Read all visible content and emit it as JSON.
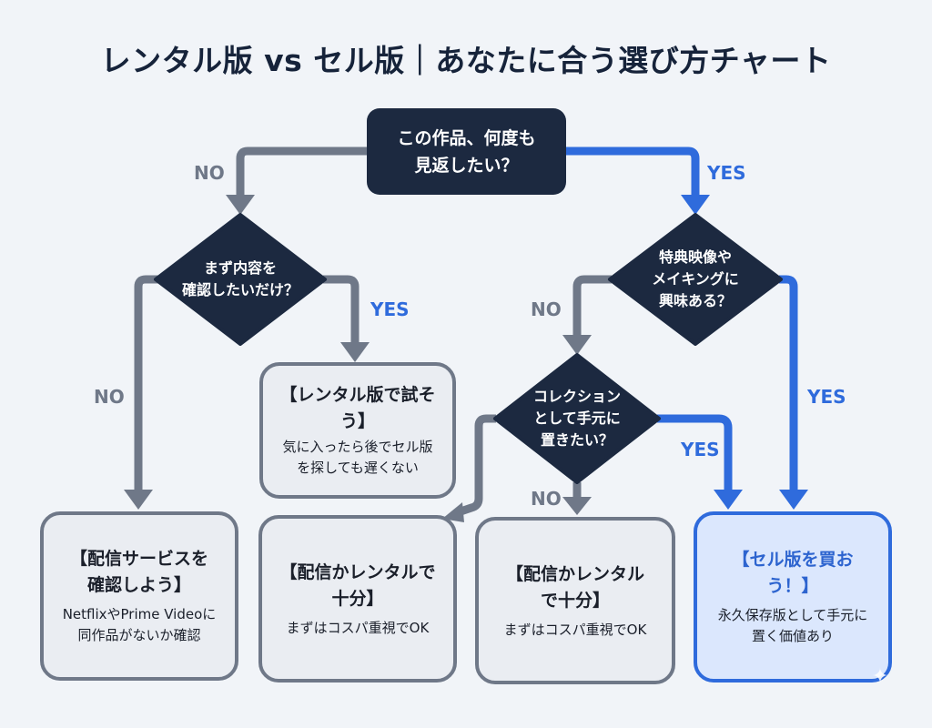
{
  "title": "レンタル版 vs セル版｜あなたに合う選び方チャート",
  "colors": {
    "background": "#f1f4f8",
    "node_dark": "#1c2940",
    "arrow_no": "#6f7888",
    "arrow_yes": "#2f6bdc",
    "result_bg": "#eaedf2",
    "result_sell_bg": "#dbe7fd"
  },
  "nodes": {
    "start": {
      "lines": [
        "この作品、何度も",
        "見返したい？"
      ]
    },
    "q_check_content": {
      "lines": [
        "まず内容を",
        "確認したいだけ？"
      ]
    },
    "q_bonus": {
      "lines": [
        "特典映像や",
        "メイキングに",
        "興味ある？"
      ]
    },
    "q_collection": {
      "lines": [
        "コレクション",
        "として手元に",
        "置きたい？"
      ]
    }
  },
  "results": {
    "streaming_check": {
      "head": [
        "【配信サービスを",
        "確認しよう】"
      ],
      "body": [
        "NetflixやPrime Videoに",
        "同作品がないか確認"
      ]
    },
    "rental_try": {
      "head": [
        "【レンタル版で試そ",
        "う】"
      ],
      "body": [
        "気に入ったら後でセル版",
        "を探しても遅くない"
      ]
    },
    "streaming_or_rental_1": {
      "head": [
        "【配信かレンタルで",
        "十分】"
      ],
      "body": [
        "まずはコスパ重視でOK"
      ]
    },
    "streaming_or_rental_2": {
      "head": [
        "【配信かレンタル",
        "で十分】"
      ],
      "body": [
        "まずはコスパ重視でOK"
      ]
    },
    "buy_sell": {
      "head": [
        "【セル版を買お",
        "う！】"
      ],
      "body": [
        "永久保存版として手元に",
        "置く価値あり"
      ]
    }
  },
  "edge_labels": {
    "start_no": "NO",
    "start_yes": "YES",
    "check_no": "NO",
    "check_yes": "YES",
    "bonus_no": "NO",
    "bonus_yes": "YES",
    "collection_no": "NO",
    "collection_yes": "YES"
  },
  "icons": {
    "sparkle": "✦"
  }
}
